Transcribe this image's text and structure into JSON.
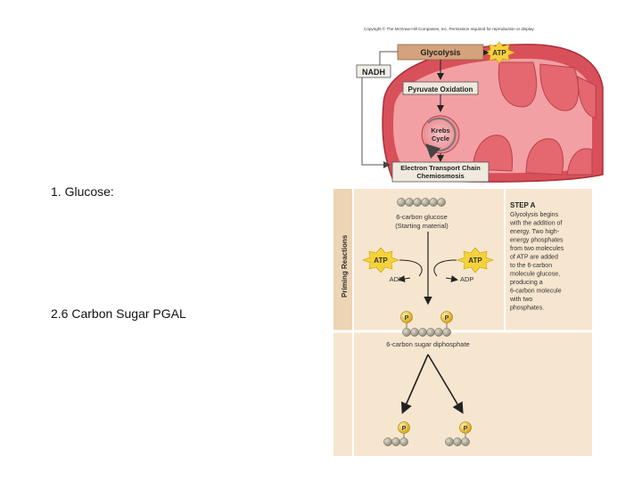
{
  "slide": {
    "item1": "1. Glucose:",
    "item2": "2.6 Carbon Sugar PGAL"
  },
  "top_figure": {
    "copyright": "Copyright © The McGraw-Hill Companies, Inc. Permission required for reproduction or display.",
    "glycolysis": "Glycolysis",
    "atp": "ATP",
    "nadh": "NADH",
    "pyruvate": "Pyruvate Oxidation",
    "krebs_line1": "Krebs",
    "krebs_line2": "Cycle",
    "etc_line1": "Electron Transport Chain",
    "etc_line2": "Chemiosmosis"
  },
  "bottom_figure": {
    "side_label": "Priming Reactions",
    "glucose_line1": "6-carbon glucose",
    "glucose_line2": "(Starting material)",
    "atp_left": "ATP",
    "atp_right": "ATP",
    "adp_left": "ADP",
    "adp_right": "ADP",
    "p_left": "P",
    "p_right": "P",
    "diphosphate": "6-carbon sugar diphosphate",
    "p_bottom_left": "P",
    "p_bottom_right": "P",
    "step_title": "STEP A",
    "step_lines": [
      "Glycolysis begins",
      "with the addition of",
      "energy. Two high-",
      "energy phosphates",
      "from two molecules",
      "of ATP are added",
      "to the 6-carbon",
      "molecule glucose,",
      "producing a",
      "6-carbon molecule",
      "with two",
      "phosphates."
    ]
  },
  "colors": {
    "panel_bg": "#f6e6cf",
    "glycolysis_box": "#d4a27c",
    "mito_red": "#d8505a",
    "mito_inner": "#f2a0a3",
    "atp_yellow": "#f5d23a"
  }
}
